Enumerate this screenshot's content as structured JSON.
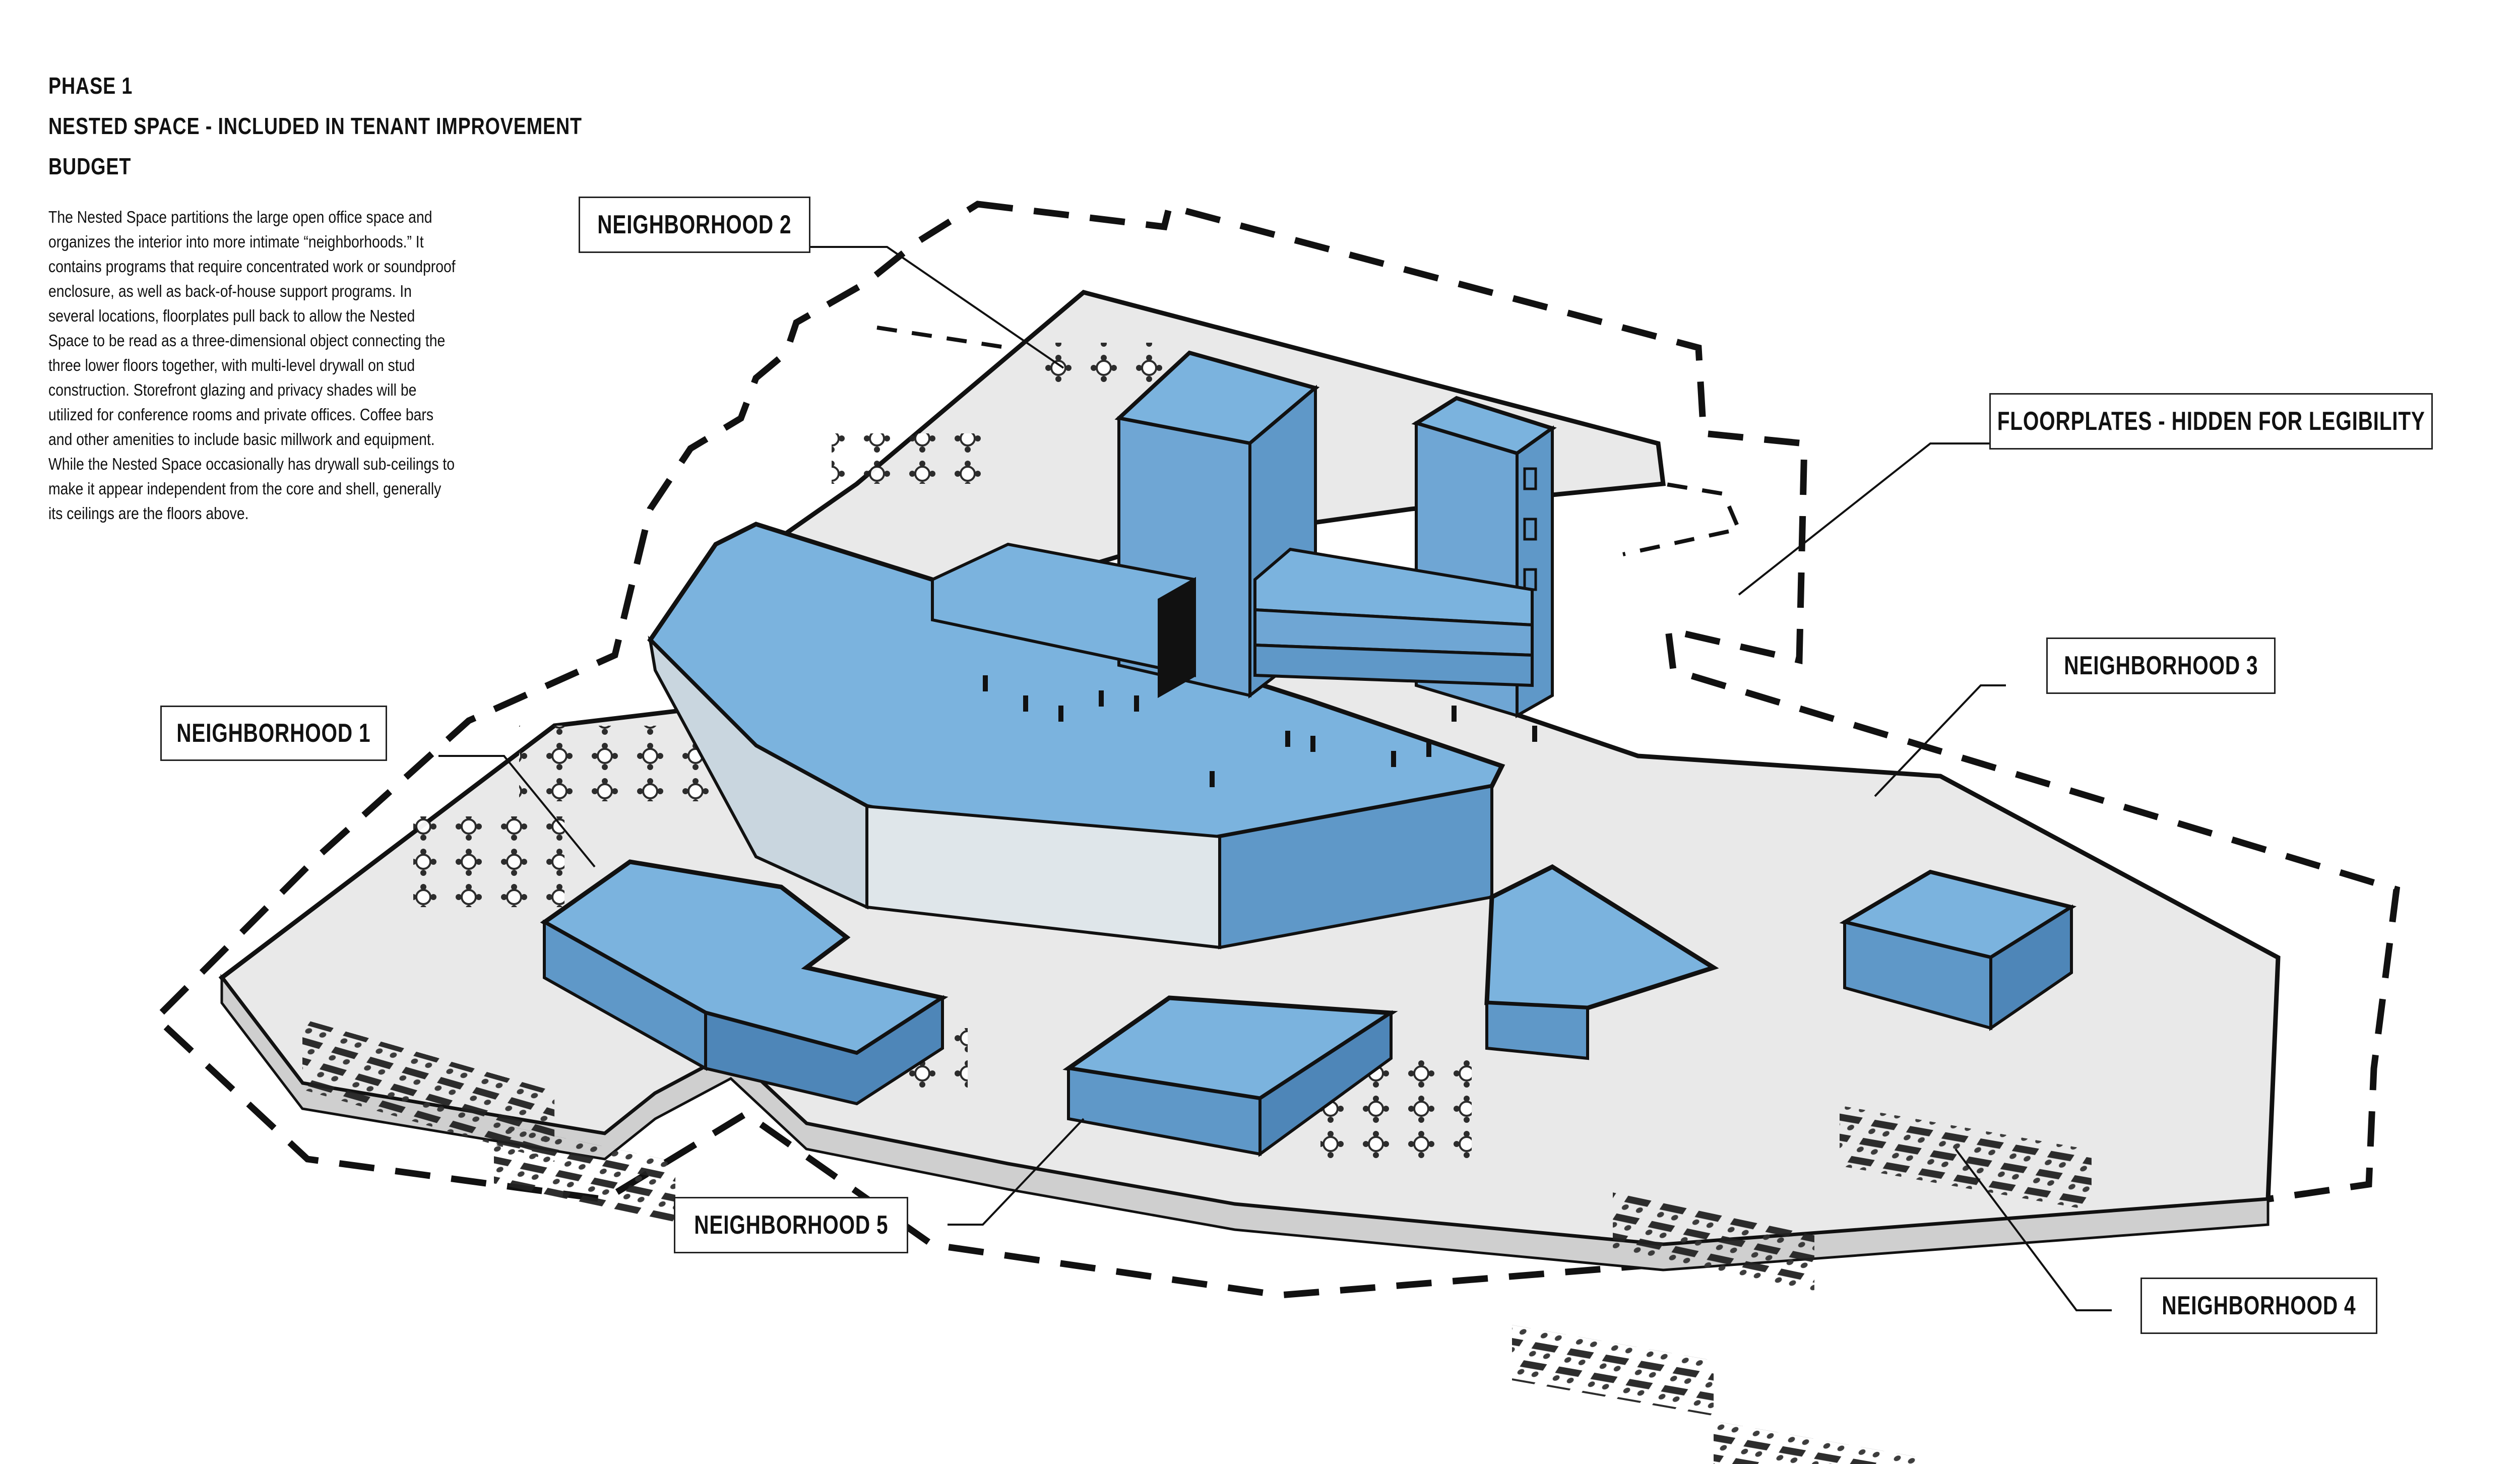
{
  "intro": {
    "heading_line1": "PHASE 1",
    "heading_line2": "NESTED SPACE - INCLUDED IN TENANT IMPROVEMENT",
    "heading_line3": "BUDGET",
    "body_lines": [
      "The Nested Space partitions the large open office space and",
      "organizes the interior into more intimate “neighborhoods.” It",
      "contains programs that require concentrated work or soundproof",
      "enclosure, as well as back-of-house support programs. In",
      "several locations, floorplates pull back to allow the Nested",
      "Space to be read as a three-dimensional object connecting the",
      "three lower floors together, with multi-level drywall on stud",
      "construction. Storefront glazing and privacy shades will be",
      "utilized for conference rooms and private offices. Coffee bars",
      "and other amenities to include basic millwork and equipment.",
      "While the Nested Space occasionally has drywall sub-ceilings to",
      "make it appear independent from the core and shell, generally",
      "its ceilings are the floors above."
    ]
  },
  "labels": {
    "neighborhood_1": "NEIGHBORHOOD 1",
    "neighborhood_2": "NEIGHBORHOOD 2",
    "neighborhood_3": "NEIGHBORHOOD 3",
    "neighborhood_4": "NEIGHBORHOOD 4",
    "neighborhood_5": "NEIGHBORHOOD 5",
    "floorplates": "FLOORPLATES - HIDDEN FOR LEGIBILITY"
  },
  "colors": {
    "nested_blue_top": "#7bb3de",
    "nested_blue_side": "#5f98c8",
    "nested_blue_dark": "#4e86b8",
    "floor_gray": "#e9e9e9",
    "floor_edge": "#cfcfcf",
    "outline": "#111111",
    "dashed_boundary": "#111111"
  }
}
